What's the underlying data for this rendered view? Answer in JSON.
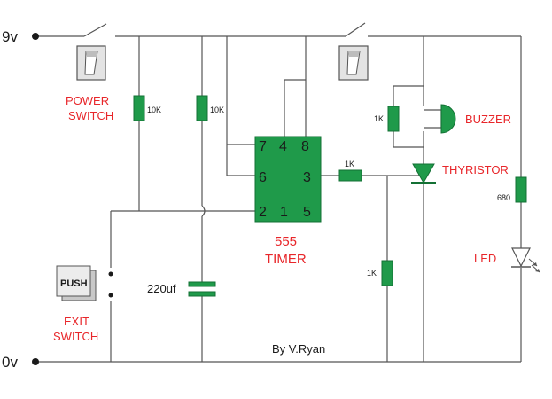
{
  "rails": {
    "top_label": "9v",
    "bottom_label": "0v"
  },
  "power_switch": {
    "line1": "POWER",
    "line2": "SWITCH"
  },
  "exit_switch": {
    "button_text": "PUSH",
    "line1": "EXIT",
    "line2": "SWITCH"
  },
  "resistors": {
    "r1": "10K",
    "r2": "10K",
    "r_buzzer": "1K",
    "r_gate": "1K",
    "r_gate_down": "1K",
    "r_led": "680"
  },
  "capacitor": {
    "label": "220uf"
  },
  "timer": {
    "pins": {
      "p7": "7",
      "p4": "4",
      "p8": "8",
      "p6": "6",
      "p3": "3",
      "p2": "2",
      "p1": "1",
      "p5": "5"
    },
    "line1": "555",
    "line2": "TIMER"
  },
  "buzzer": {
    "label": "BUZZER"
  },
  "thyristor": {
    "label": "THYRISTOR"
  },
  "led": {
    "label": "LED"
  },
  "credit": "By V.Ryan",
  "colors": {
    "wire": "#555555",
    "component": "#1f9a4a",
    "label": "#e8262a",
    "text": "#1a1a1a"
  }
}
